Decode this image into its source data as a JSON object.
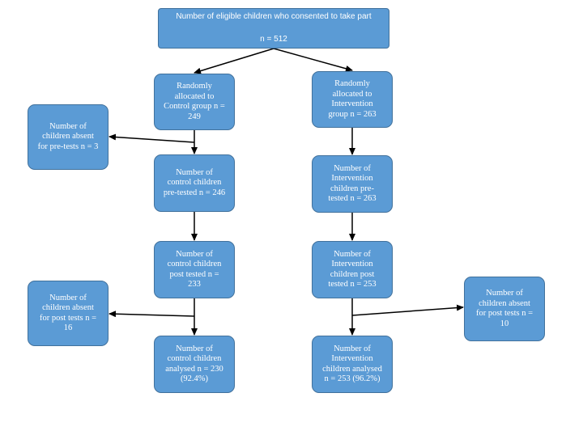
{
  "diagram": {
    "boxes": {
      "top": "Number of eligible children who consented to take part\n\nn = 512",
      "control_group": "Randomly\nallocated to\nControl group n =\n249",
      "intervention_group": "Randomly\nallocated to\nIntervention\ngroup n = 263",
      "absent_pre": "Number of\nchildren absent\nfor pre-tests n = 3",
      "control_pre": "Number of\ncontrol children\npre-tested n = 246",
      "intervention_pre": "Number of\nIntervention\nchildren pre-\ntested n = 263",
      "control_post": "Number of\ncontrol children\npost tested n =\n233",
      "intervention_post": "Number of\nIntervention\nchildren post\ntested n = 253",
      "absent_post_control": "Number of\nchildren absent\nfor post tests n =\n16",
      "absent_post_intervention": "Number of\nchildren absent\nfor post tests n =\n10",
      "control_analysed": "Number of\ncontrol children\nanalysed n = 230\n(92.4%)",
      "intervention_analysed": "Number of\nIntervention\nchildren analysed\nn = 253 (96.2%)"
    },
    "colors": {
      "box_fill": "#5b9bd5",
      "box_border": "#41719c",
      "box_text": "#ffffff",
      "arrow": "#000000"
    }
  }
}
